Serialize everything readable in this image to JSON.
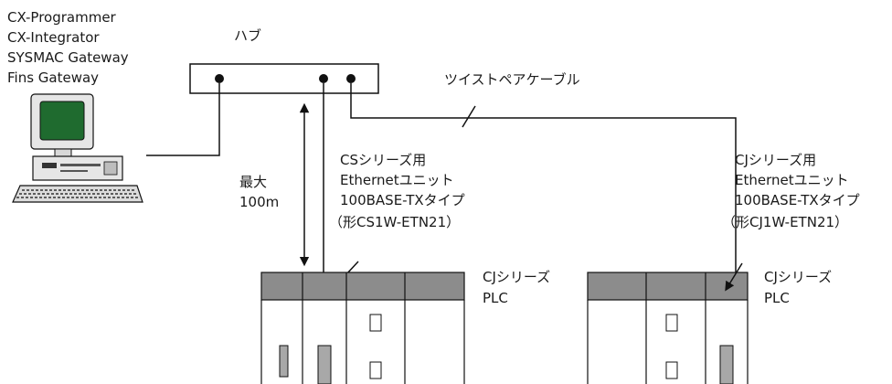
{
  "pc_software": [
    "CX-Programmer",
    "CX-Integrator",
    "SYSMAC Gateway",
    "Fins Gateway"
  ],
  "hub_label": "ハブ",
  "cable_label": "ツイストペアケーブル",
  "distance_label": [
    "最大",
    "100m"
  ],
  "cs_unit_label": [
    "CSシリーズ用",
    "Ethernetユニット",
    "100BASE-TXタイプ",
    "（形CS1W-ETN21）"
  ],
  "cj_unit_label": [
    "CJシリーズ用",
    "Ethernetユニット",
    "100BASE-TXタイプ",
    "（形CJ1W-ETN21）"
  ],
  "plc_left_label": [
    "CJシリーズ",
    "PLC"
  ],
  "plc_right_label": [
    "CJシリーズ",
    "PLC"
  ],
  "colors": {
    "monitor_screen": "#1f6b2f",
    "plc_header": "#8c8c8c",
    "plc_indicator": "#a8a8a8",
    "line": "#111111"
  }
}
